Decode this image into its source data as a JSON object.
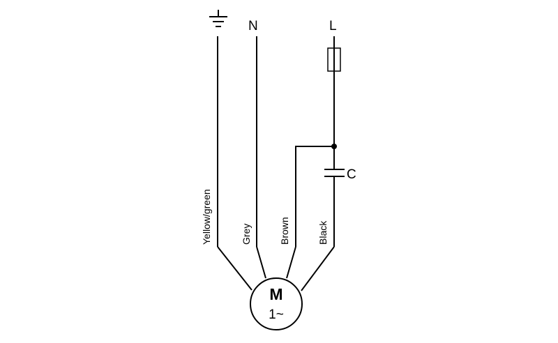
{
  "terminals": {
    "earth": "",
    "neutral": "N",
    "line": "L"
  },
  "capacitor": {
    "label": "C"
  },
  "wires": {
    "yellow_green": "Yellow/green",
    "grey": "Grey",
    "brown": "Brown",
    "black": "Black"
  },
  "motor": {
    "label": "M",
    "phase": "1~"
  }
}
